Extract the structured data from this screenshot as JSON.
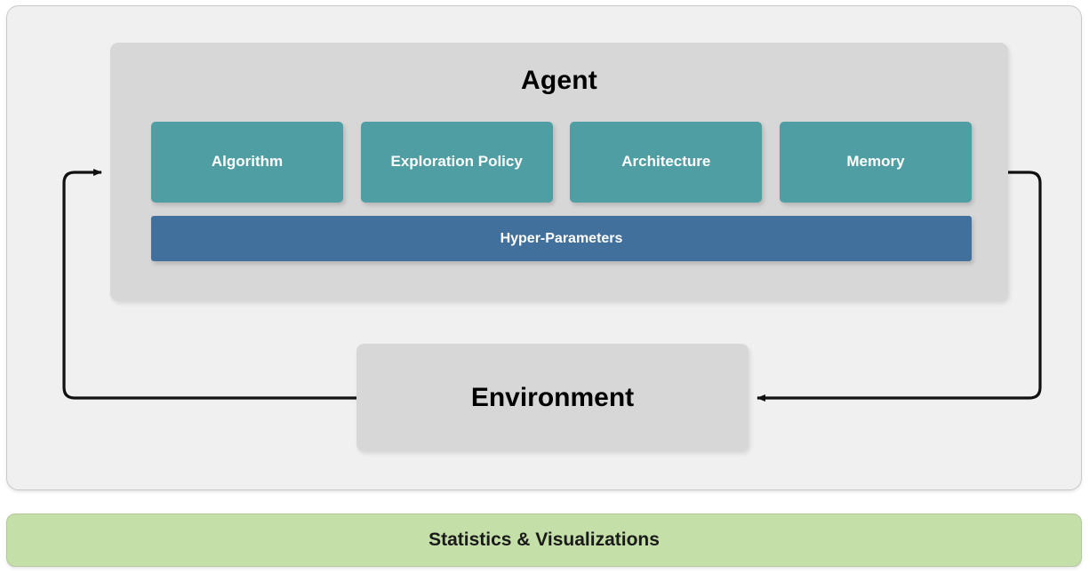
{
  "diagram": {
    "agent": {
      "title": "Agent",
      "components": [
        {
          "label": "Algorithm"
        },
        {
          "label": "Exploration Policy"
        },
        {
          "label": "Architecture"
        },
        {
          "label": "Memory"
        }
      ],
      "hyper_parameters_label": "Hyper-Parameters"
    },
    "environment": {
      "label": "Environment"
    },
    "statistics": {
      "label": "Statistics & Visualizations"
    },
    "connectors": [
      {
        "name": "environment-to-agent",
        "direction": "left-loop-up",
        "arrowhead": "right"
      },
      {
        "name": "agent-to-environment",
        "direction": "right-loop-down",
        "arrowhead": "left"
      }
    ],
    "colors": {
      "component_fill": "#4e9ea3",
      "hyper_parameters_fill": "#41709c",
      "agent_panel_fill": "#d7d7d7",
      "environment_fill": "#d7d7d7",
      "statistics_fill": "#c5dfa8",
      "container_fill": "#f0f0f0",
      "connector_stroke": "#111111",
      "component_text": "#ffffff",
      "title_text": "#000000"
    }
  }
}
